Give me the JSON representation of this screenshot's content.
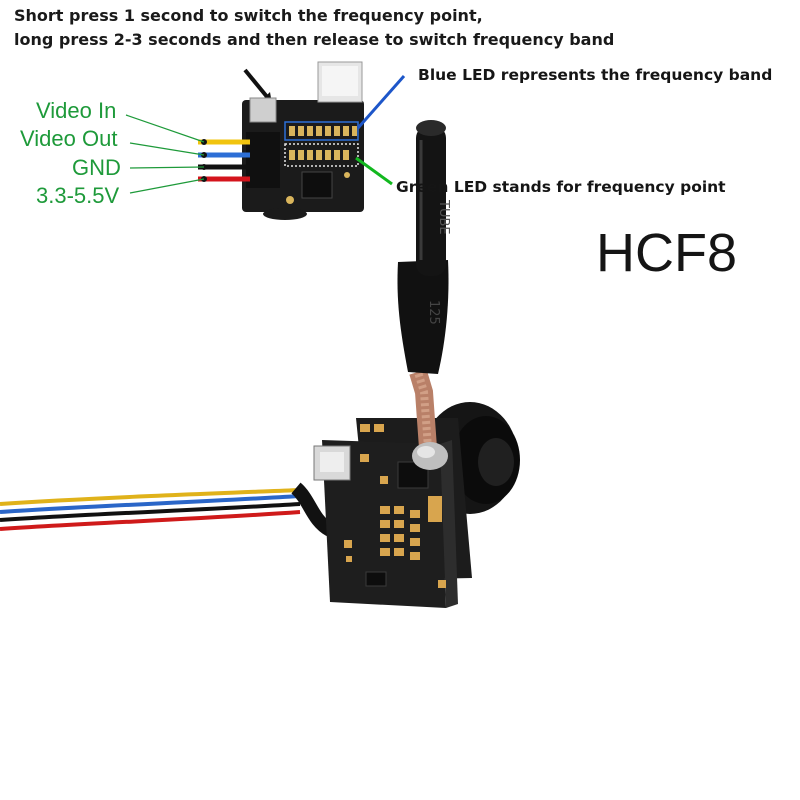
{
  "instructions": {
    "line1": "Short press 1 second to switch the frequency point,",
    "line2": "long press 2-3 seconds and then release to switch frequency band"
  },
  "pins": [
    {
      "label": "Video In",
      "wire_color": "#f1c40f"
    },
    {
      "label": "Video Out",
      "wire_color": "#2d6fd6"
    },
    {
      "label": "GND",
      "wire_color": "#111111"
    },
    {
      "label": "3.3-5.5V",
      "wire_color": "#d4141c"
    }
  ],
  "annotations": {
    "blue_led": "Blue LED represents the frequency band",
    "green_led": "Green LED stands for frequency point"
  },
  "model": "HCF8",
  "colors": {
    "pin_label": "#1e9a3a",
    "blue_arrow": "#1d56c9",
    "green_arrow": "#12b81f",
    "pcb": "#1b1b1b"
  }
}
